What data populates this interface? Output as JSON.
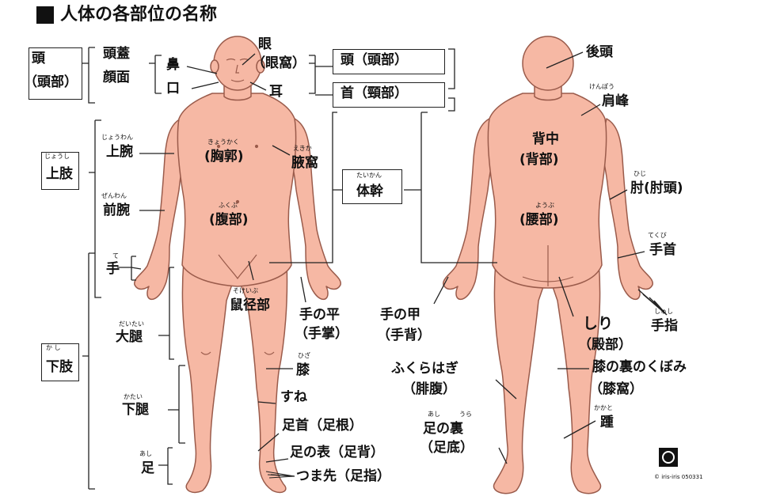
{
  "title": "人体の各部位の名称",
  "colors": {
    "skin": "#f6b8a4",
    "outline": "#9a5b4b",
    "line": "#222222"
  },
  "labels": {
    "head_l1": "頭",
    "head_l2": "（頭部）",
    "touhatsu": "頭蓋",
    "gammen": "顔面",
    "hana": "鼻",
    "kuchi": "口",
    "me": "眼",
    "ganka": "（眼窩）",
    "mimi": "耳",
    "head_box": "頭（頭部）",
    "neck_box": "首（頸部）",
    "joshi_rb": "じょうし",
    "joshi": "上肢",
    "jowan_rb": "じょうわん",
    "jowan": "上腕",
    "zenwan_rb": "ぜんわん",
    "zenwan": "前腕",
    "te_rb": "て",
    "te": "手",
    "kyokaku_rb": "きょうかく",
    "kyokaku": "(胸郭)",
    "fukubu_rb": "ふくぶ",
    "fukubu": "(腹部)",
    "ekika_rb": "えきか",
    "ekika": "腋窩",
    "taikan_rb": "たいかん",
    "taikan": "体幹",
    "sokeibu_rb": "そけいぶ",
    "sokeibu": "鼠径部",
    "tenohira": "手の平",
    "teshou": "（手掌）",
    "daitai_rb": "だいたい",
    "daitai": "大腿",
    "hiza_rb": "ひざ",
    "hiza": "膝",
    "sune": "すね",
    "katai_rb": "かたい",
    "katai": "下腿",
    "ashikubi": "足首（足根）",
    "ashinoomote": "足の表（足背）",
    "tsumasaki": "つま先（足指）",
    "ashi_rb": "あし",
    "ashi": "足",
    "kashi_rb": "か し",
    "kashi": "下肢",
    "koutou": "後頭",
    "kenpou_rb": "けんぽう",
    "kenpou": "肩峰",
    "senaka": "背中",
    "haibu": "(背部)",
    "youbu_rb": "ようぶ",
    "youbu": "(腰部)",
    "hiji_rb": "ひじ",
    "hiji": "肘(肘頭)",
    "tekubi_rb": "てくび",
    "tekubi": "手首",
    "shushi_rb": "しゅし",
    "shushi": "手指",
    "tenokou": "手の甲",
    "haishu": "（手背）",
    "shiri": "しり",
    "denbu": "（殿部）",
    "fukurahagi": "ふくらはぎ",
    "hifuku": "（腓腹）",
    "hizaura": "膝の裏のくぼみ",
    "shikka": "（膝窩）",
    "ashiura_rb1": "あし",
    "ashiura_rb2": "うら",
    "ashiura": "足の裏",
    "sokutei": "（足底）",
    "kakato_rb": "かかと",
    "kakato": "踵",
    "credit": "© iris-iris  050331"
  }
}
